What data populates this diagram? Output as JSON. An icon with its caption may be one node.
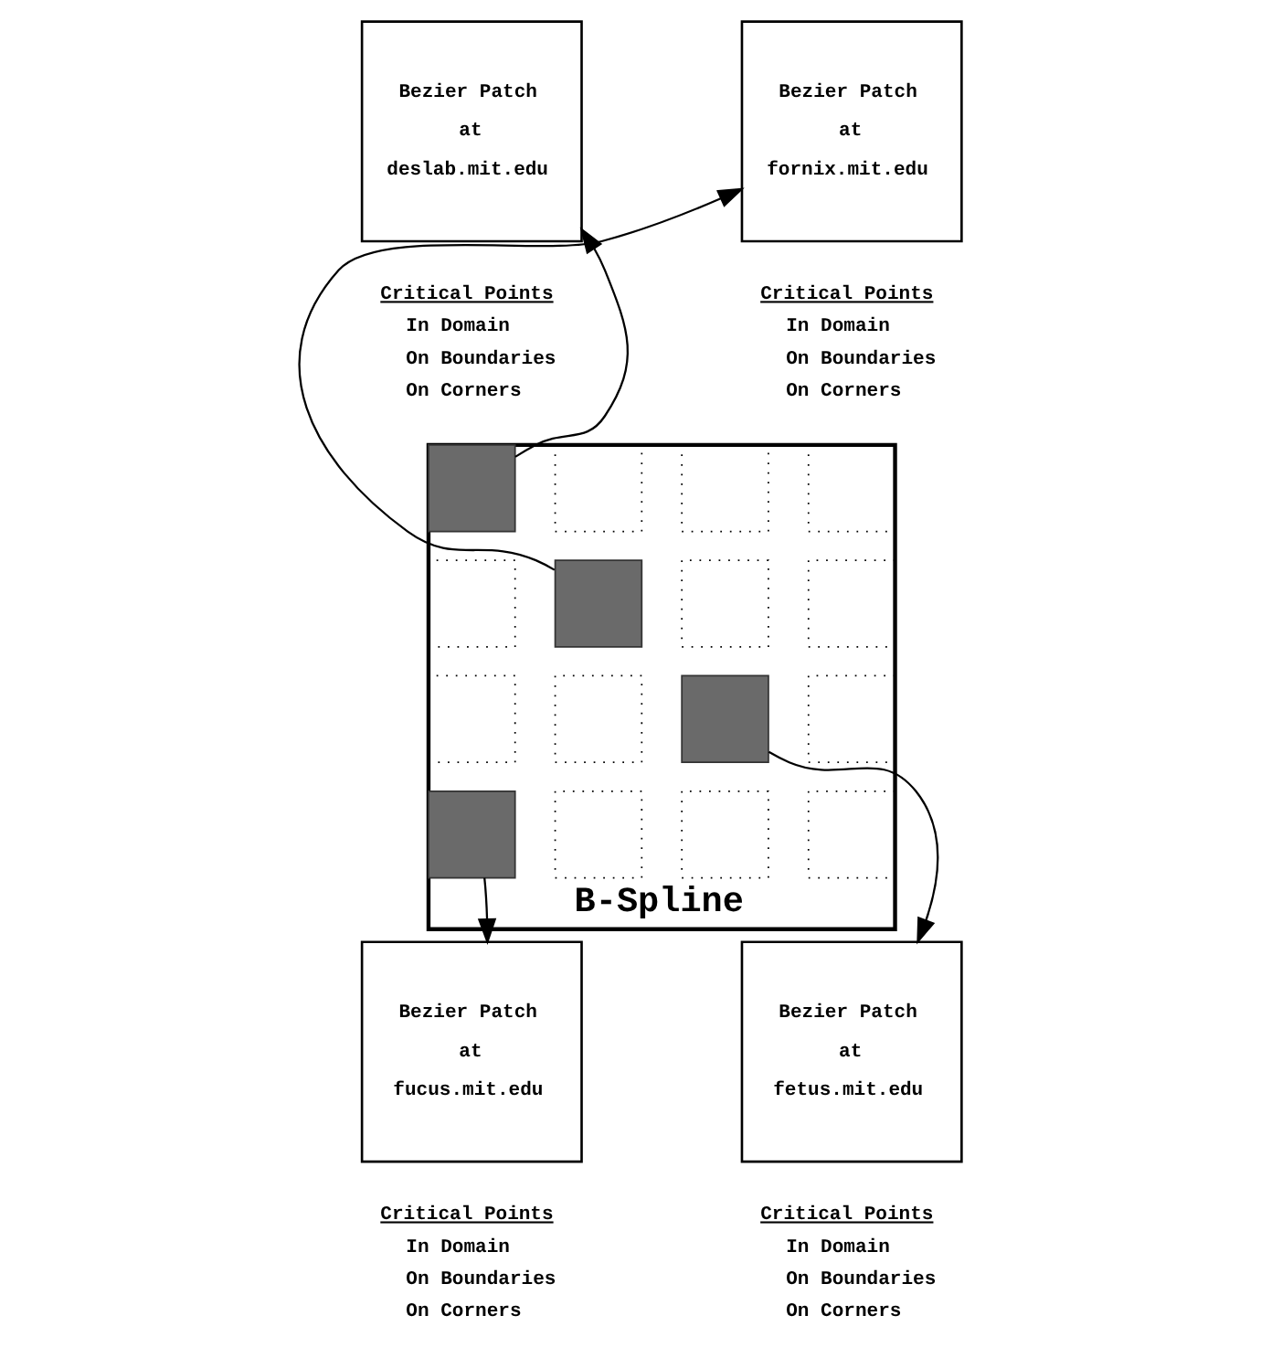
{
  "diagram": {
    "nodes": [
      {
        "text": [
          "Bezier Patch at deslab.mit.edu"
        ],
        "beside": [
          "Critical Points",
          "In Domain",
          "On Boundaries",
          "On Corners"
        ]
      },
      {
        "text": [
          "Bezier Patch at fornix.mit.edu"
        ],
        "beside": [
          "Critical Points",
          "In Domain",
          "On Boundaries",
          "On Corners"
        ]
      },
      {
        "text": [
          "B-Spline"
        ]
      },
      {
        "text": [],
        "shape": "box",
        "in": 2
      },
      {
        "text": [],
        "shape": "box",
        "in": 2
      },
      {
        "text": [],
        "shape": "box",
        "in": 2
      },
      {
        "text": [],
        "shape": "box",
        "in": 2
      },
      {
        "text": [],
        "shape": "box",
        "in": 2
      },
      {
        "text": [],
        "shape": "box",
        "in": 2
      },
      {
        "text": [],
        "shape": "box",
        "in": 2
      },
      {
        "text": [],
        "shape": "box",
        "in": 2
      },
      {
        "text": [],
        "shape": "box",
        "in": 2
      },
      {
        "text": [],
        "shape": "box",
        "in": 2
      },
      {
        "text": [],
        "shape": "box",
        "in": 2
      },
      {
        "text": [],
        "shape": "box",
        "in": 2
      },
      {
        "text": [],
        "shape": "box",
        "in": 2
      },
      {
        "text": [],
        "shape": "box",
        "in": 2
      },
      {
        "text": [],
        "shape": "box",
        "in": 2
      },
      {
        "text": [],
        "shape": "box",
        "in": 2
      },
      {
        "text": [
          "Bezier Patch at fucus.mit.edu"
        ],
        "beside": [
          "Critical Points",
          "In Domain",
          "On Boundaries",
          "On Corners"
        ]
      },
      {
        "text": [
          "Bezier Patch at fetus.mit.edu"
        ],
        "beside": [
          "Critical Points",
          "In Domain",
          "On Boundaries",
          "On Corners"
        ]
      }
    ],
    "edges": [
      {
        "from": 3,
        "to": 0,
        "arrow": "to"
      },
      {
        "from": 8,
        "to": 1,
        "arrow": "to"
      },
      {
        "from": 13,
        "to": 20,
        "arrow": "to"
      },
      {
        "from": 15,
        "to": 19,
        "arrow": "to"
      }
    ]
  }
}
